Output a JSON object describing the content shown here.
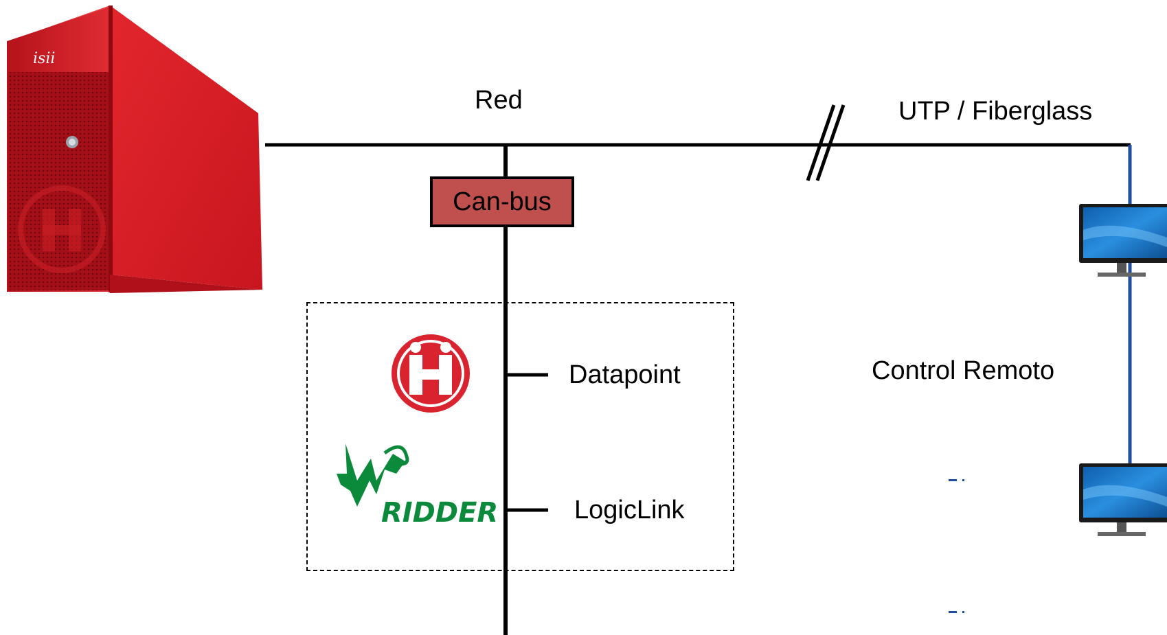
{
  "labels": {
    "network": "Red",
    "link": "UTP / Fiberglass",
    "bus": "Can-bus",
    "module1": "Datapoint",
    "module2": "LogicLink",
    "remote": "Control Remoto"
  },
  "logos": {
    "server_brand": "isii",
    "hoogendoorn_glyph": "H",
    "ridder_text": "RIDDER"
  },
  "colors": {
    "server_red": "#d8232a",
    "canbus_fill": "#c0504d",
    "hoogendoorn_red": "#d9232e",
    "ridder_green": "#0b8a3c",
    "remote_link_blue": "#1f4e9a",
    "monitor_blue": "#1c74c4"
  },
  "icons": [
    "server-tower-icon",
    "hoogendoorn-logo-icon",
    "ridder-logo-icon",
    "monitor-icon",
    "monitor-icon"
  ]
}
